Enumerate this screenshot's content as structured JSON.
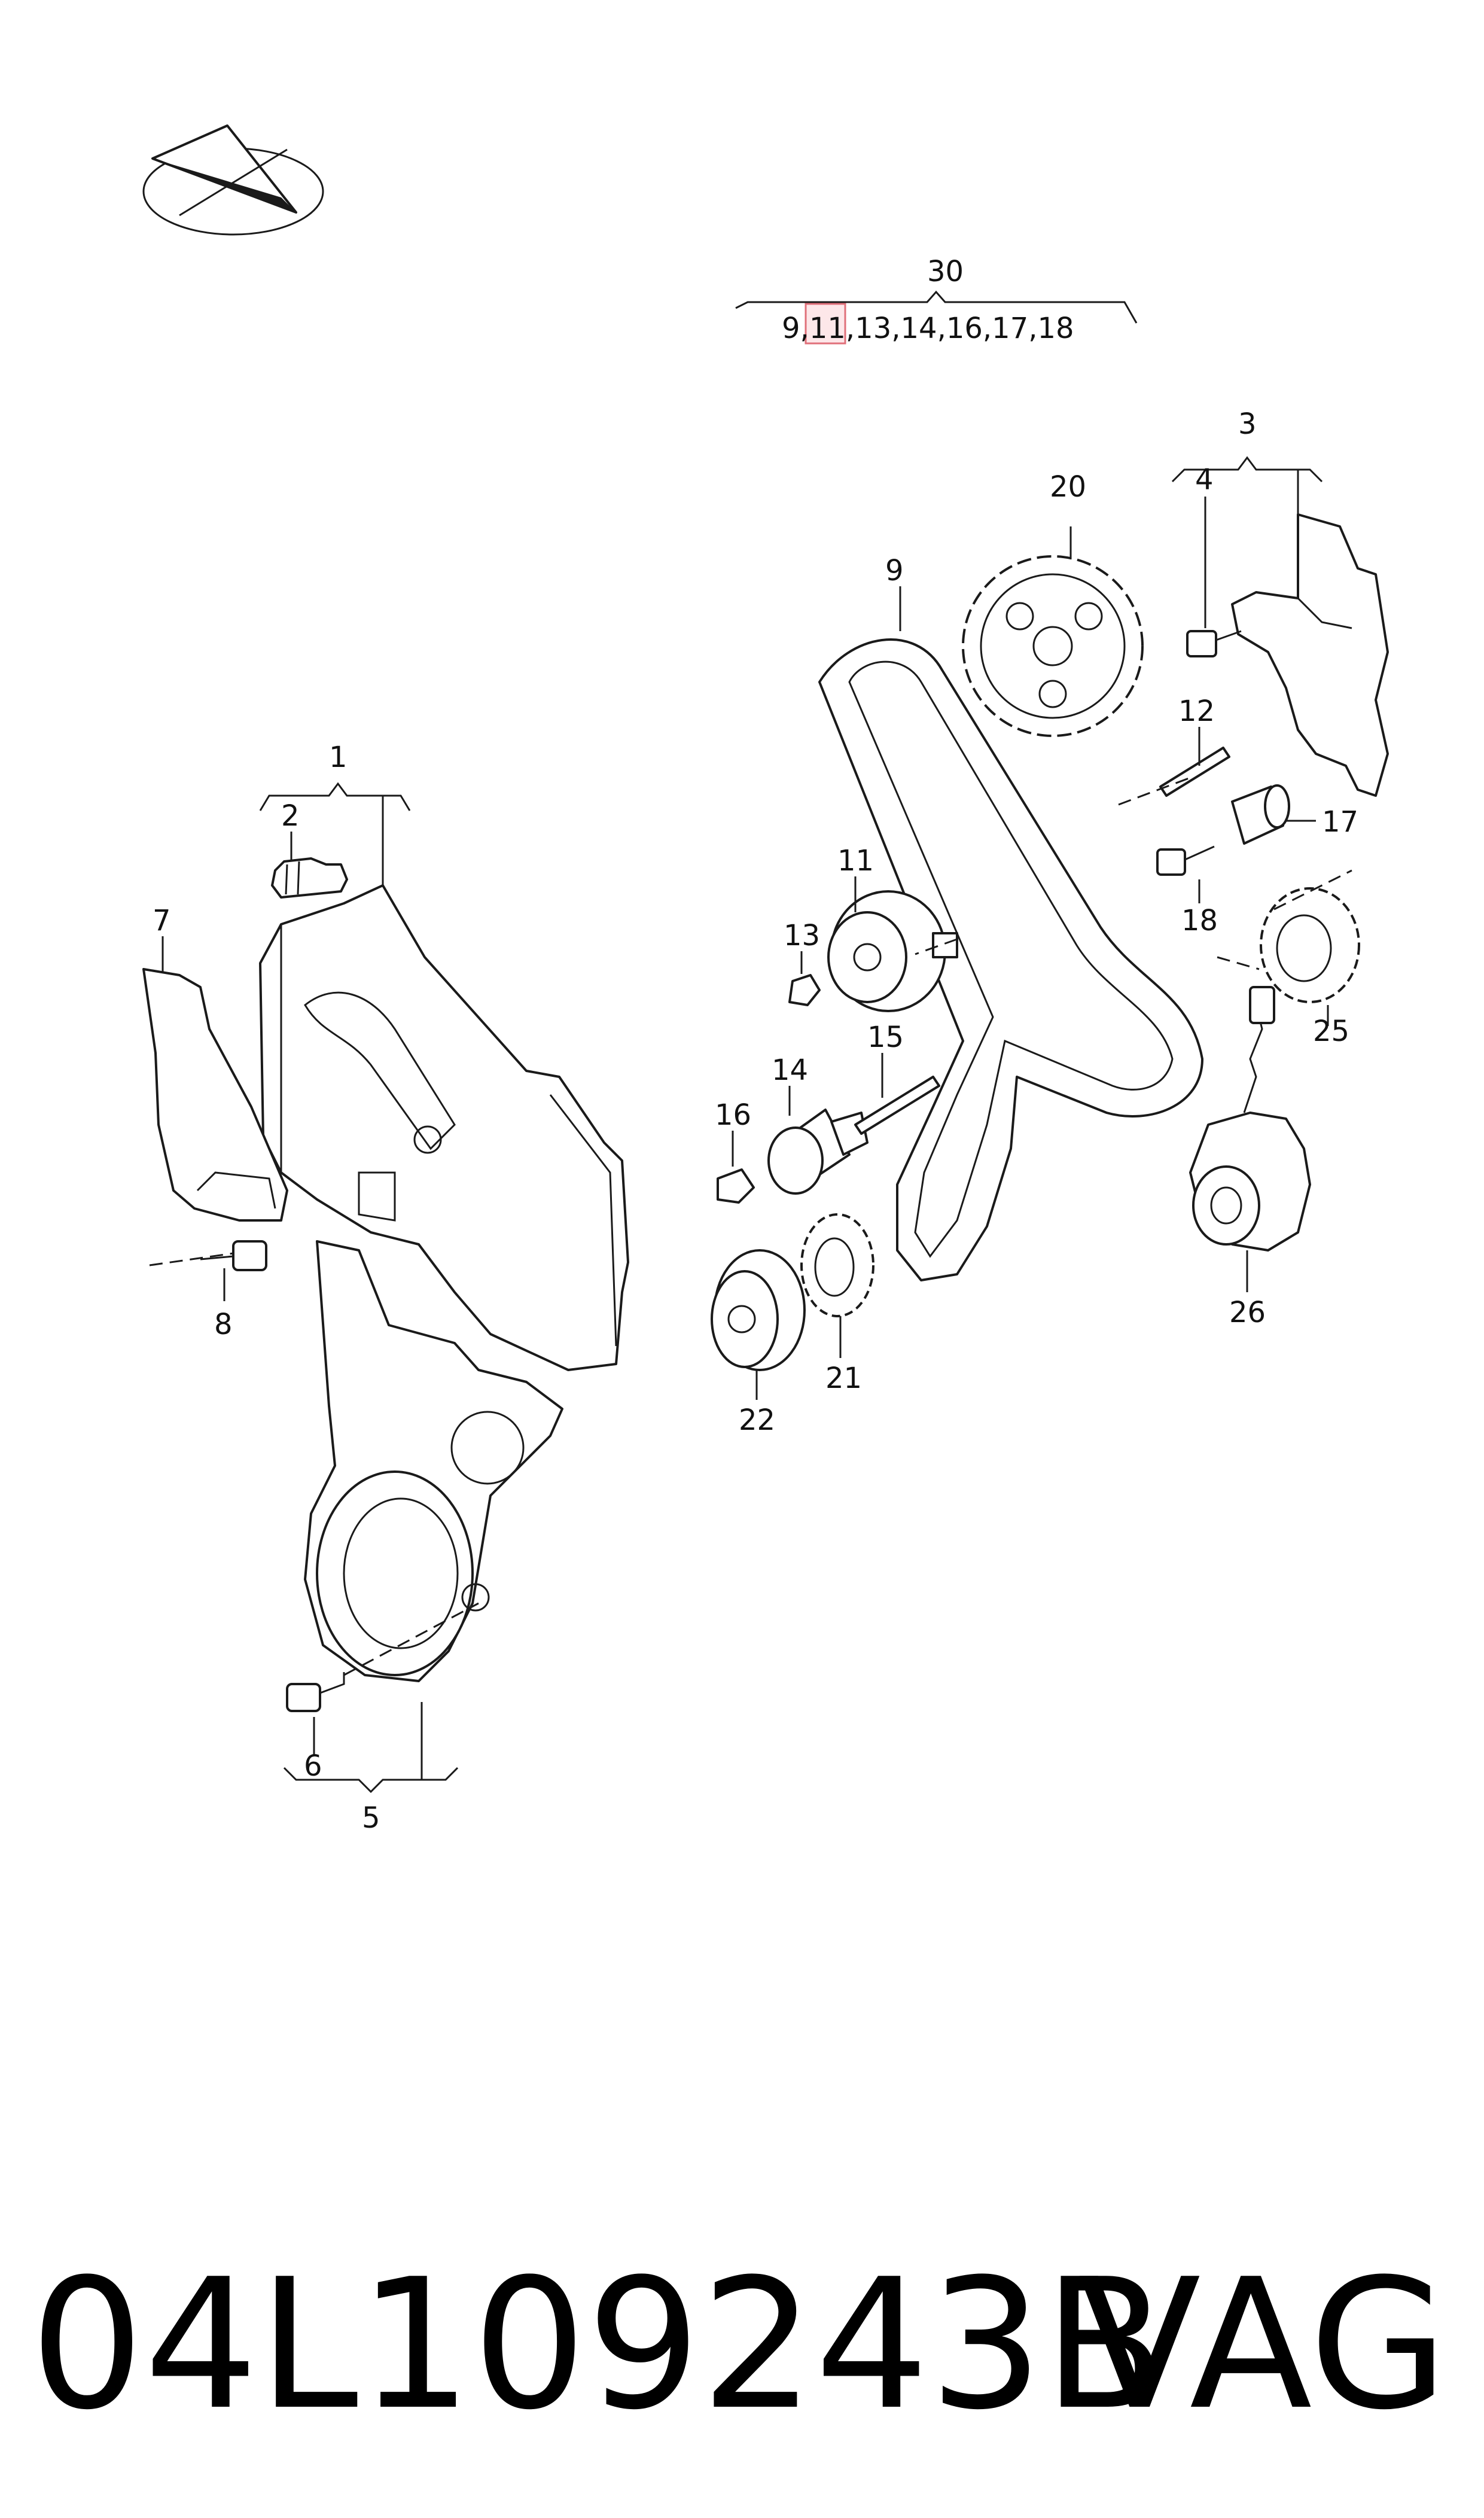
{
  "callouts": {
    "c1": "1",
    "c2": "2",
    "c3": "3",
    "c4": "4",
    "c5": "5",
    "c6": "6",
    "c7": "7",
    "c8": "8",
    "c9": "9",
    "c11": "11",
    "c12": "12",
    "c13": "13",
    "c14": "14",
    "c15": "15",
    "c16": "16",
    "c17": "17",
    "c18": "18",
    "c20": "20",
    "c21": "21",
    "c22": "22",
    "c25": "25",
    "c26": "26",
    "c30": "30"
  },
  "kit": {
    "items": [
      "9",
      ",",
      "11",
      ",13,14,16,17,18"
    ],
    "highlighted": "11",
    "highlight_color": "#e0707a"
  },
  "footer": {
    "part_number": "04L109243B",
    "brand": "VAG"
  }
}
